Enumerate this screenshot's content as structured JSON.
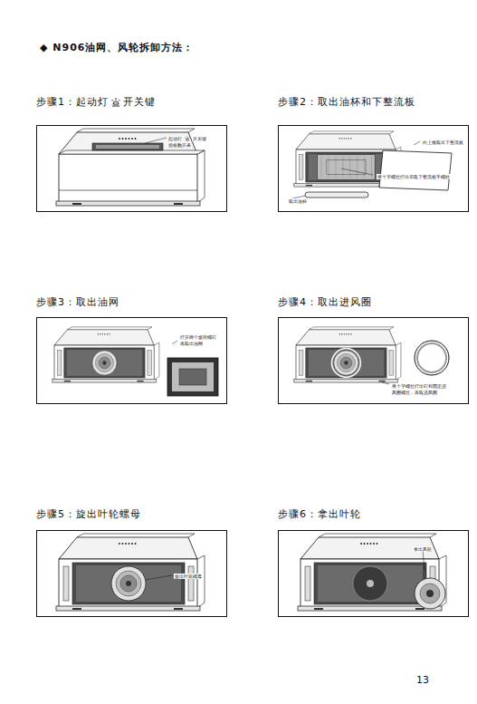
{
  "diagram": {
    "title": "◆ N906油网、风轮拆卸方法：",
    "labels": [
      "步骤1：起动灯",
      "开关键",
      "步骤2：取出油杯和下整流板",
      "起动灯",
      "开关键",
      "面板翻开来",
      "向上推取出下整流板",
      "将十字螺丝拧出后取下整流板手螺柱",
      "取出油杯",
      "步骤3：取出油网",
      "步骤4：取出进风圈",
      "拧开两个旋转螺钉",
      "再取出油网",
      "将十字螺丝拧出钉和固定进",
      "风圈螺丝，再取进风圈",
      "步骤5：旋出叶轮螺母",
      "步骤6：拿出叶轮",
      "旋出叶轮螺母",
      "拿出风轮",
      "13"
    ]
  }
}
